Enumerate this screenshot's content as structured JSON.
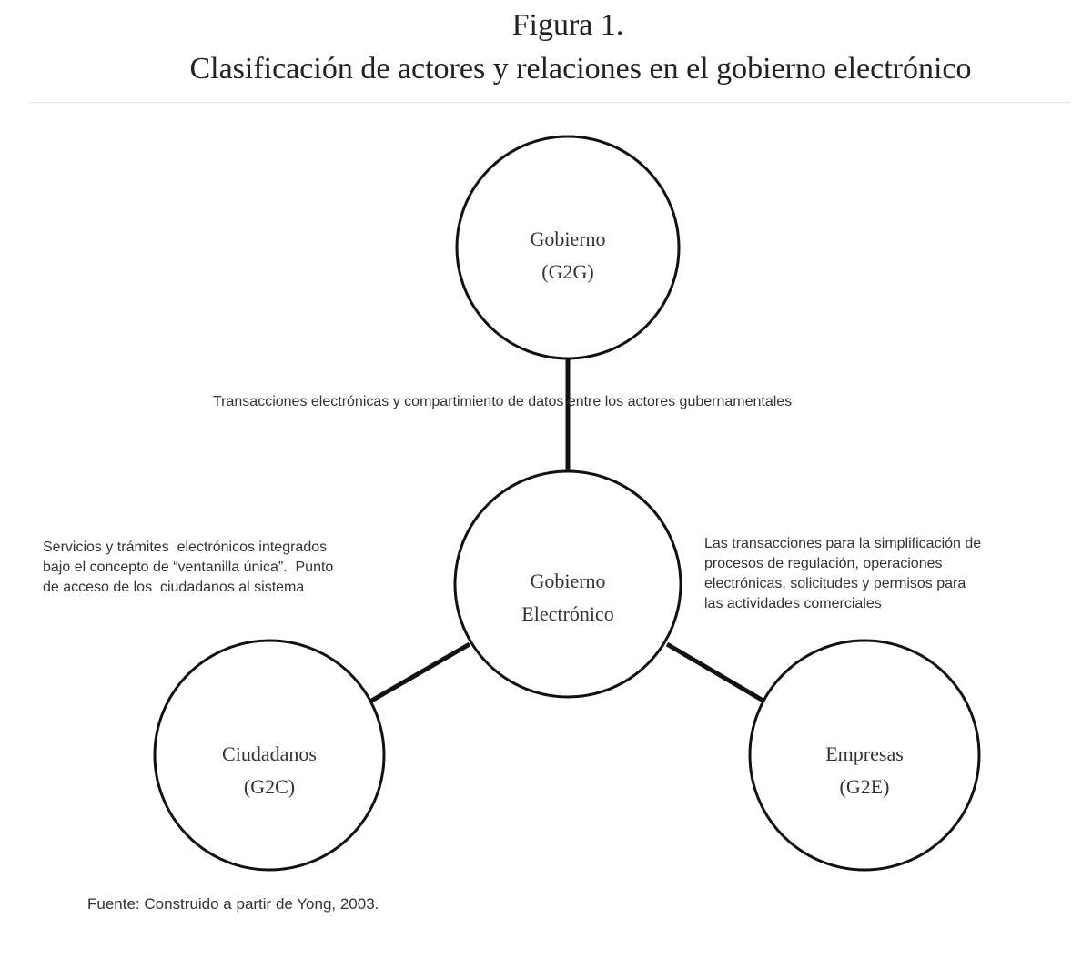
{
  "header": {
    "figure_number": "Figura 1.",
    "figure_title": "Clasificación de actores y relaciones en el gobierno electrónico"
  },
  "nodes": {
    "gobierno": [
      "Gobierno",
      "(G2G)"
    ],
    "central": [
      "Gobierno",
      "Electrónico"
    ],
    "ciudadanos": [
      "Ciudadanos",
      "(G2C)"
    ],
    "empresas": [
      "Empresas",
      "(G2E)"
    ]
  },
  "descriptions": {
    "g2g": [
      "Transacciones electrónicas y compartimiento de datos entre los actores gubernamentales"
    ],
    "g2c": [
      "Servicios y trámites  electrónicos integrados",
      "bajo el concepto de “ventanilla única”.  Punto",
      "de acceso de los  ciudadanos al sistema"
    ],
    "g2e": [
      "Las transacciones para la simplificación de",
      "procesos de regulación, operaciones",
      "electrónicas, solicitudes y permisos para",
      "las actividades comerciales"
    ]
  },
  "source": "Fuente: Construido a partir de Yong, 2003."
}
